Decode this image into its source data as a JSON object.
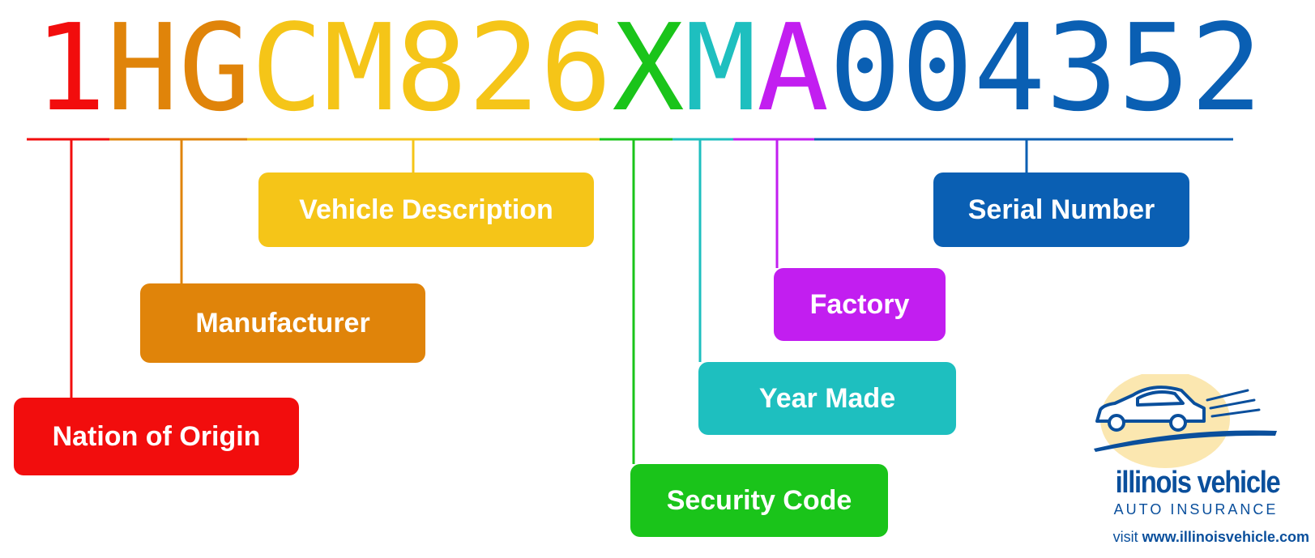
{
  "vin": {
    "characters": [
      {
        "char": "1",
        "color": "#f20d0d"
      },
      {
        "char": "H",
        "color": "#e0840a"
      },
      {
        "char": "G",
        "color": "#e0840a"
      },
      {
        "char": "C",
        "color": "#f5c518"
      },
      {
        "char": "M",
        "color": "#f5c518"
      },
      {
        "char": "8",
        "color": "#f5c518"
      },
      {
        "char": "2",
        "color": "#f5c518"
      },
      {
        "char": "6",
        "color": "#f5c518"
      },
      {
        "char": "X",
        "color": "#1ac41a"
      },
      {
        "char": "M",
        "color": "#1ebfbf"
      },
      {
        "char": "A",
        "color": "#c21ef0"
      },
      {
        "char": "0",
        "color": "#0a5fb3"
      },
      {
        "char": "0",
        "color": "#0a5fb3"
      },
      {
        "char": "4",
        "color": "#0a5fb3"
      },
      {
        "char": "3",
        "color": "#0a5fb3"
      },
      {
        "char": "5",
        "color": "#0a5fb3"
      },
      {
        "char": "2",
        "color": "#0a5fb3"
      }
    ]
  },
  "segments": [
    {
      "key": "nation-of-origin",
      "label": "Nation of Origin",
      "color": "#f20d0d"
    },
    {
      "key": "manufacturer",
      "label": "Manufacturer",
      "color": "#e0840a"
    },
    {
      "key": "vehicle-description",
      "label": "Vehicle Description",
      "color": "#f5c518"
    },
    {
      "key": "security-code",
      "label": "Security Code",
      "color": "#1ac41a"
    },
    {
      "key": "year-made",
      "label": "Year Made",
      "color": "#1ebfbf"
    },
    {
      "key": "factory",
      "label": "Factory",
      "color": "#c21ef0"
    },
    {
      "key": "serial-number",
      "label": "Serial Number",
      "color": "#0a5fb3"
    }
  ],
  "logo": {
    "name": "illinois vehicle",
    "subtitle": "AUTO INSURANCE",
    "visit_prefix": "visit",
    "url": "www.illinoisvehicle.com",
    "brand_color": "#0a4f9c",
    "sun_color": "#fbe7b0"
  }
}
